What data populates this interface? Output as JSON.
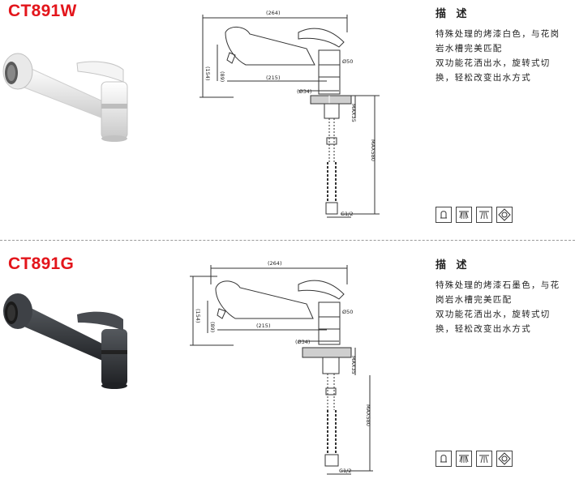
{
  "products": [
    {
      "model": "CT891W",
      "finish_color": "#eeeeee",
      "finish_shade": "#c8c8c8",
      "dimensions": {
        "width": "(264)",
        "height": "(154)",
        "spout_height": "(89)",
        "spout_reach": "(215)",
        "base_diameter": "(Ø34)",
        "body_diameter": "Ø50",
        "max_deck": "MAX35",
        "max_hose": "MAX580",
        "thread": "G1/2"
      },
      "description": {
        "title": "描 述",
        "lines": [
          "特殊处理的烤漆白色，与花岗",
          "岩水槽完美匹配",
          "双功能花洒出水，旋转式切",
          "换，轻松改变出水方式"
        ]
      },
      "icons": [
        "single-lever-icon",
        "spray-mode-icon",
        "shower-mode-icon",
        "ceramic-cartridge-icon"
      ]
    },
    {
      "model": "CT891G",
      "finish_color": "#3c3f43",
      "finish_shade": "#1f2124",
      "dimensions": {
        "width": "(264)",
        "height": "(154)",
        "spout_height": "(89)",
        "spout_reach": "(215)",
        "base_diameter": "(Ø34)",
        "body_diameter": "Ø50",
        "max_deck": "MAX35",
        "max_hose": "MAX580",
        "thread": "G1/2"
      },
      "description": {
        "title": "描 述",
        "lines": [
          "特殊处理的烤漆石墨色，与花",
          "岗岩水槽完美匹配",
          "双功能花洒出水，旋转式切",
          "换，轻松改变出水方式"
        ]
      },
      "icons": [
        "single-lever-icon",
        "spray-mode-icon",
        "shower-mode-icon",
        "ceramic-cartridge-icon"
      ]
    }
  ],
  "colors": {
    "model_red": "#e3151b",
    "line": "#333333"
  }
}
